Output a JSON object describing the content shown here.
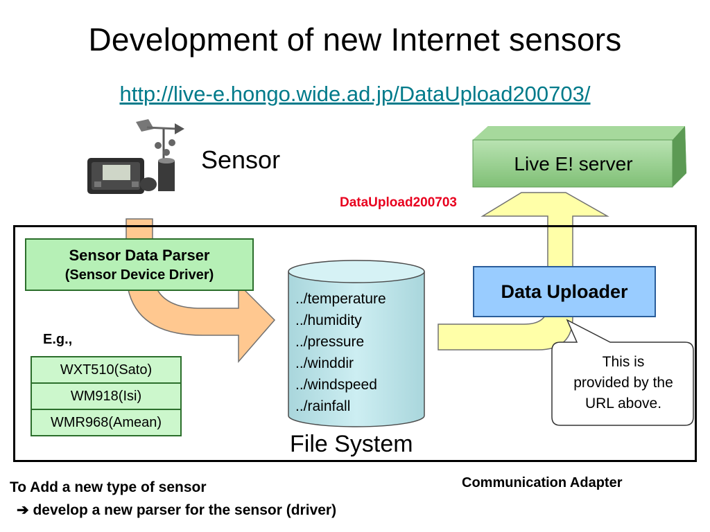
{
  "slide": {
    "title": "Development of new Internet sensors",
    "url": "http://live-e.hongo.wide.ad.jp/DataUpload200703/"
  },
  "sensor": {
    "label": "Sensor",
    "device_icon": "weather-station-icon"
  },
  "server": {
    "label": "Live E! server"
  },
  "upload_name": "DataUpload200703",
  "parser": {
    "title": "Sensor Data Parser",
    "subtitle": "(Sensor Device Driver)"
  },
  "examples": {
    "label": "E.g.,",
    "devices": [
      "WXT510(Sato)",
      "WM918(Isi)",
      "WMR968(Amean)"
    ]
  },
  "file_system": {
    "label": "File System",
    "paths": [
      "../temperature",
      "../humidity",
      "../pressure",
      "../winddir",
      "../windspeed",
      "../rainfall"
    ]
  },
  "uploader": {
    "label": "Data Uploader"
  },
  "callout": {
    "text_lines": [
      "This is",
      "provided by the",
      "URL above."
    ]
  },
  "communication_adapter": "Communication Adapter",
  "notes": {
    "line1": "To Add a new type of sensor",
    "arrow_icon": "right-arrow-icon",
    "line2": "develop a new parser for the sensor (driver)"
  },
  "colors": {
    "url": "#007a8a",
    "upload_name": "#e8001e",
    "parser_fill": "#b6f0b6",
    "device_fill": "#ccf7cc",
    "cylinder_fill": "#bfe3e8",
    "uploader_fill": "#99ccff",
    "server_fill": "#8fcf86",
    "yellow_arrow": "#ffffa8",
    "orange_arrow": "#ffc890"
  }
}
